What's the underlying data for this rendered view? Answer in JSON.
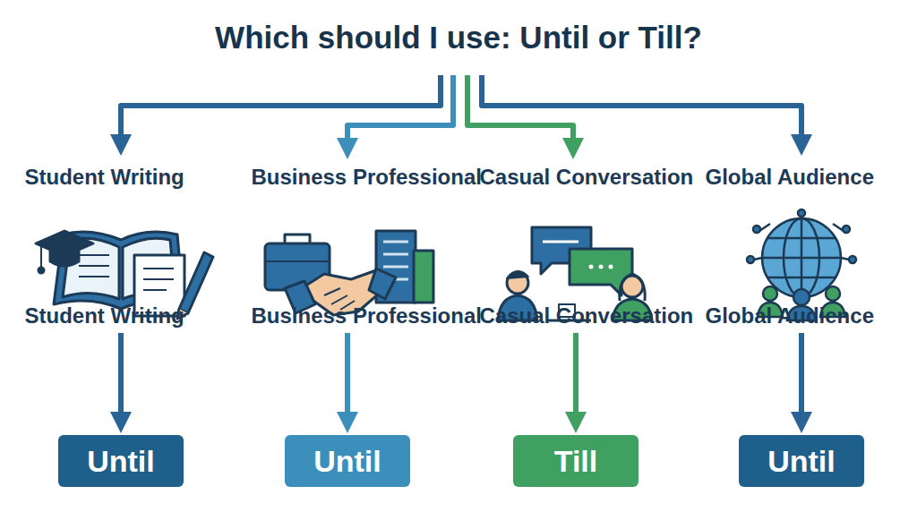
{
  "diagram": {
    "title": "Which should I use: Until or Till?",
    "nodes": [
      {
        "text": [
          "Student Writing",
          "Student Writing"
        ]
      },
      {
        "text": [
          "Business Professional",
          "Business Professional"
        ]
      },
      {
        "text": [
          "Casual Conversation",
          "Casual Conversation"
        ]
      },
      {
        "text": [
          "Global Audience",
          "Global Audience"
        ]
      },
      {
        "text": [
          "Until"
        ]
      },
      {
        "text": [
          "Until"
        ]
      },
      {
        "text": [
          "Till"
        ]
      },
      {
        "text": [
          "Until"
        ]
      }
    ],
    "edges": [
      {
        "from": 0,
        "to": 4,
        "arrow": "to"
      },
      {
        "from": 1,
        "to": 5,
        "arrow": "to"
      },
      {
        "from": 2,
        "to": 6,
        "arrow": "to"
      },
      {
        "from": 3,
        "to": 7,
        "arrow": "to"
      }
    ]
  }
}
